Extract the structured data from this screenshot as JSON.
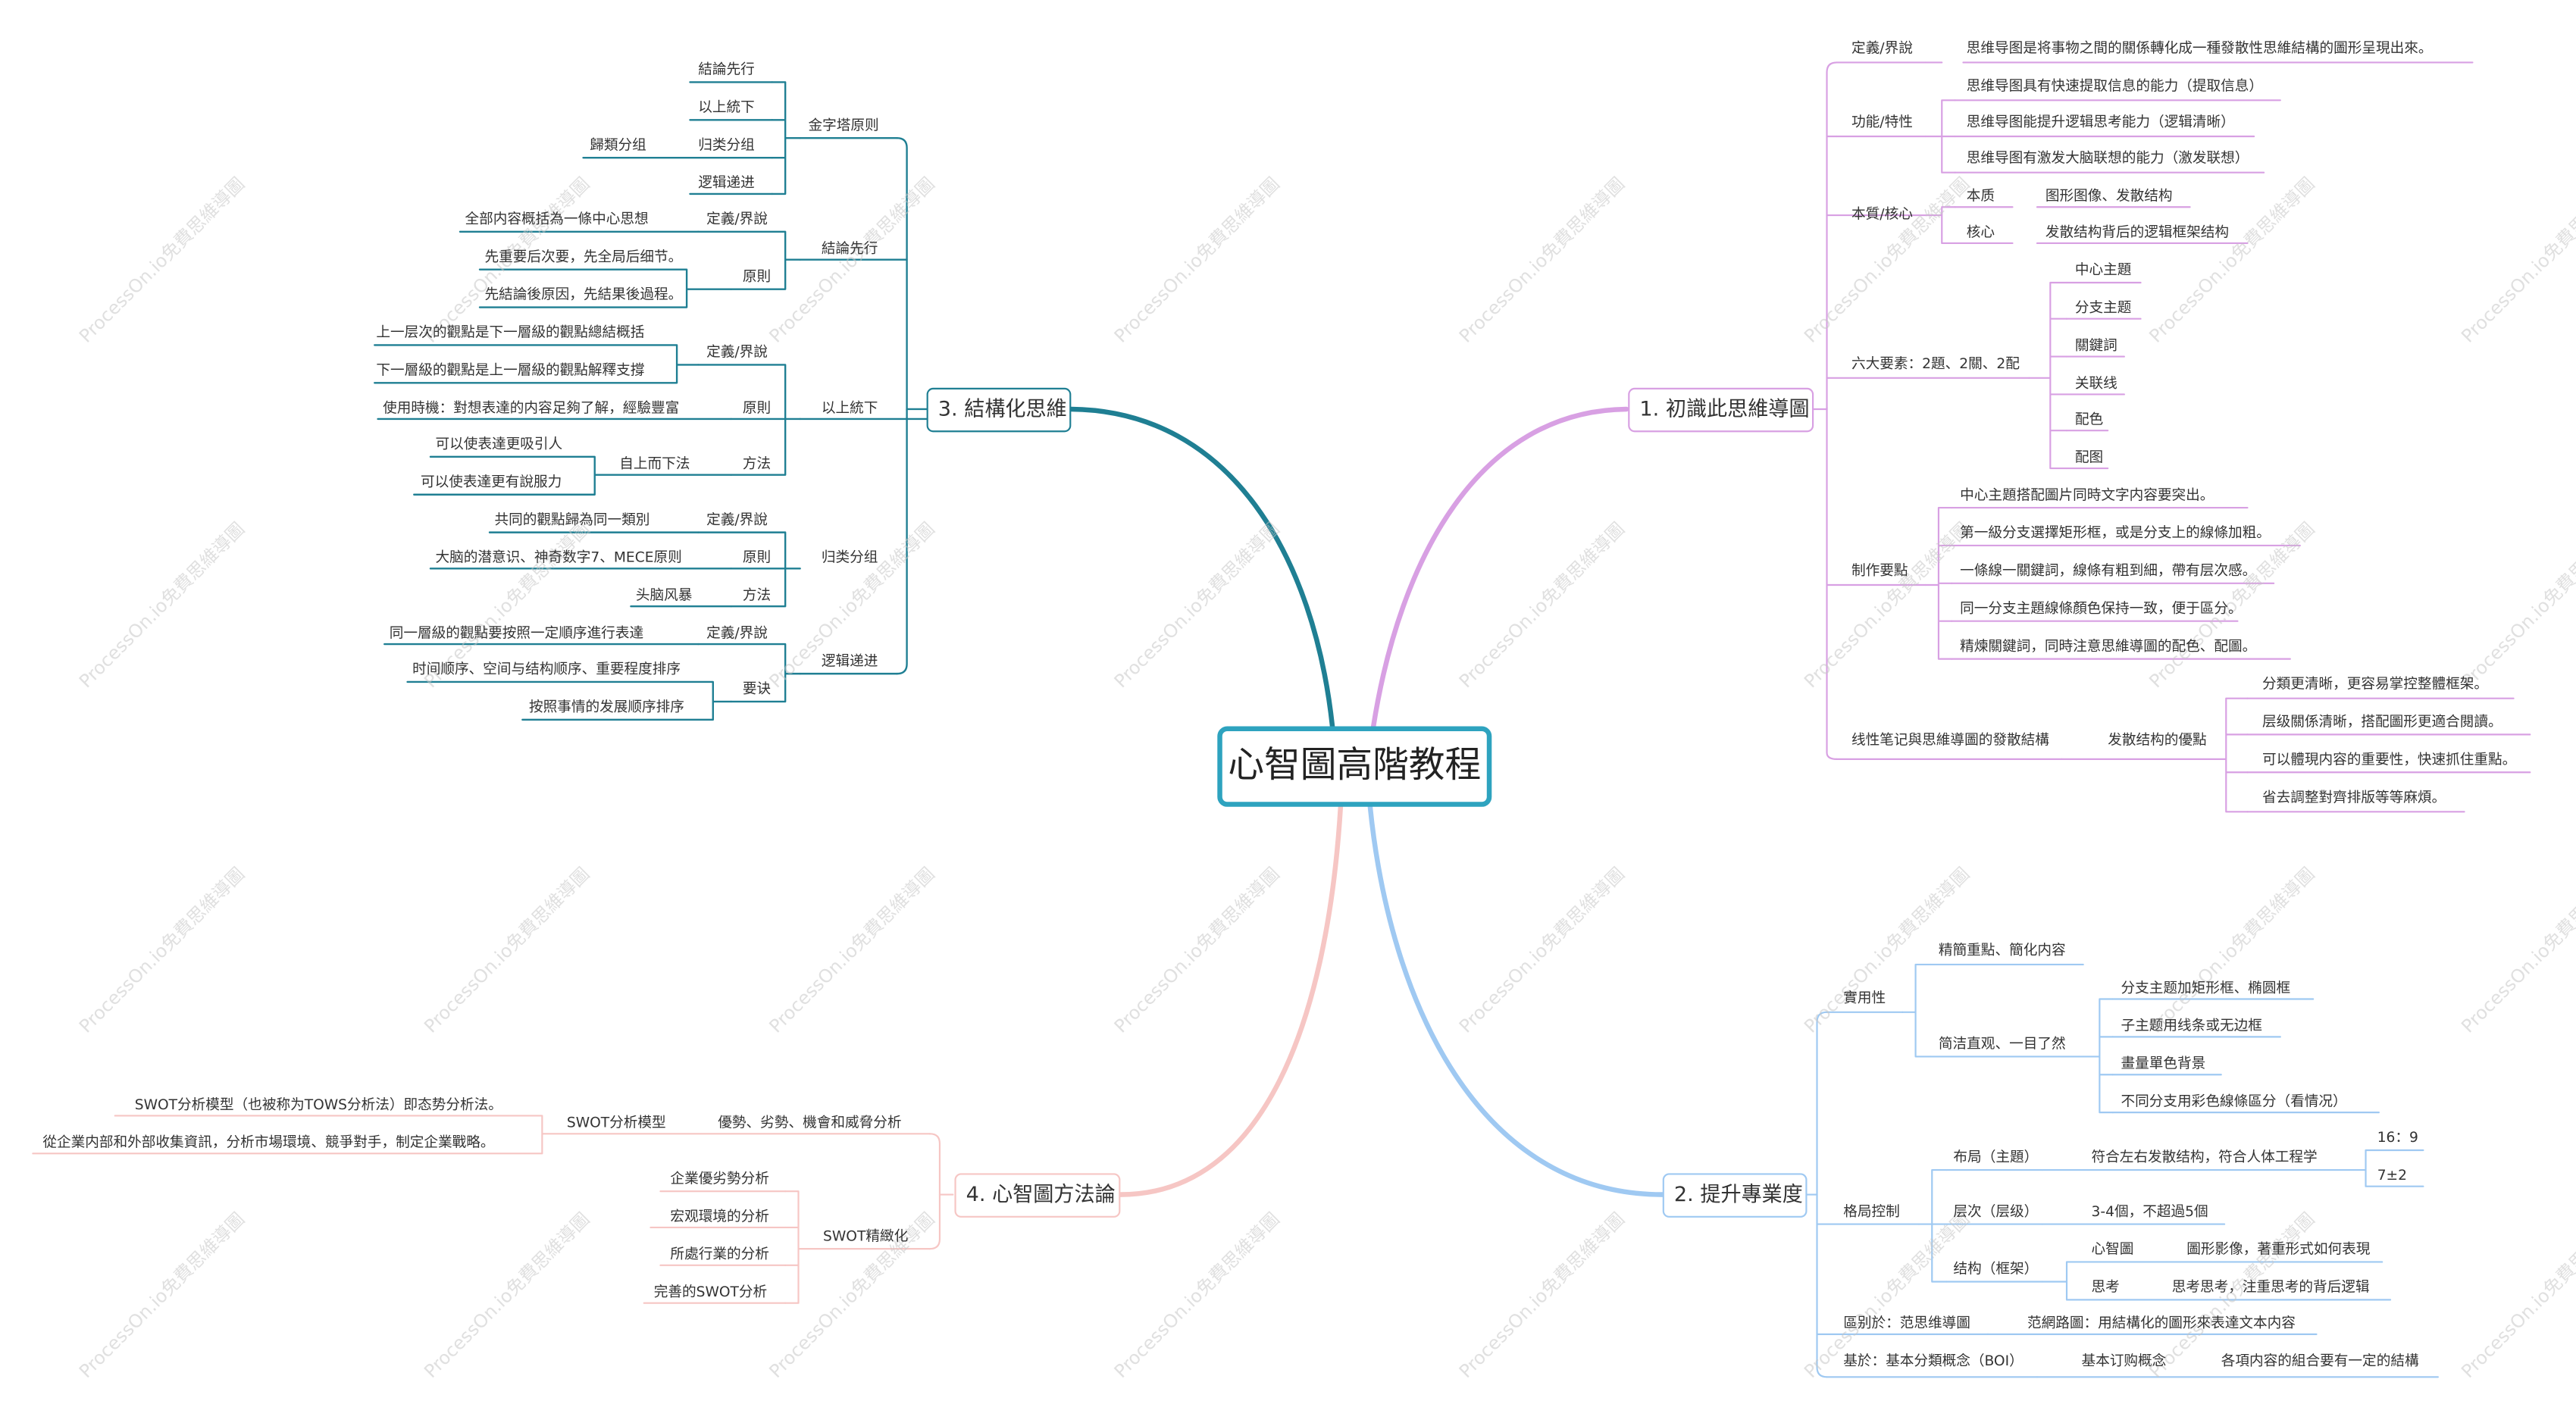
{
  "colors": {
    "b1": "#d8a0e3",
    "b2": "#9fc9f2",
    "b3": "#1f7f93",
    "b4": "#f6c6c4",
    "root": "#2ea3bf"
  },
  "watermark": "ProcessOn.io免費思維導圖",
  "root": "心智圖高階教程",
  "b1": {
    "title": "1. 初識此思維導圖",
    "def": {
      "label": "定義/界說",
      "text": "思维导图是将事物之間的關係轉化成一種發散性思維結構的圖形呈現出來。"
    },
    "func": {
      "label": "功能/特性",
      "items": [
        "思维导图具有快速提取信息的能力（提取信息）",
        "思维导图能提升逻辑思考能力（逻辑清晰）",
        "思维导图有激发大脑联想的能力（激发联想）"
      ]
    },
    "essence": {
      "label": "本質/核心",
      "rows": [
        [
          "本质",
          "图形图像、发散结构"
        ],
        [
          "核心",
          "发散结构背后的逻辑框架结构"
        ]
      ]
    },
    "six": {
      "label": "六大要素：2題、2關、2配",
      "items": [
        "中心主題",
        "分支主题",
        "關鍵詞",
        "关联线",
        "配色",
        "配图"
      ]
    },
    "make": {
      "label": "制作要點",
      "items": [
        "中心主題搭配圖片同時文字内容要突出。",
        "第一級分支選擇矩形框，或是分支上的線條加粗。",
        "一條線一關鍵詞，線條有粗到細，帶有层次感。",
        "同一分支主題線條顏色保持一致，便于區分。",
        "精煉關鍵詞，同時注意思維導圖的配色、配圖。"
      ]
    },
    "compare": {
      "label": "线性笔记與思維導圖的發散結構",
      "sub": "发散结构的優點",
      "items": [
        "分類更清晰，更容易掌控整體框架。",
        "层级關係清晰，搭配圖形更適合閱讀。",
        "可以體現内容的重要性，快速抓住重點。",
        "省去調整對齊排版等等麻煩。"
      ]
    }
  },
  "b2": {
    "title": "2. 提升專業度",
    "practical": {
      "label": "實用性",
      "a": "精簡重點、簡化内容",
      "b": "简洁直观、一目了然",
      "items": [
        "分支主题加矩形框、椭圆框",
        "子主题用线条或无边框",
        "畫量單色背景",
        "不同分支用彩色線條區分（看情况）"
      ]
    },
    "layout": {
      "label": "格局控制",
      "lay": "布局（主題）",
      "layDesc": "符合左右发散结构，符合人体工程学",
      "ratios": [
        "16：9",
        "7±2"
      ],
      "level": "层次（层级）",
      "levelDesc": "3-4個，不超過5個",
      "struct": "结构（框架）",
      "mm": "心智圖",
      "mmDesc": "圖形影像，著重形式如何表現",
      "think": "思考",
      "thinkDesc": "思考思考，注重思考的背后逻辑"
    },
    "diff": {
      "label": "區别於：范思维導圖",
      "desc": "范網路圖：用結構化的圖形來表達文本内容"
    },
    "base": {
      "label": "基於：基本分類概念（BOI）",
      "mid": "基本订购概念",
      "desc": "各項内容的組合要有一定的結構"
    }
  },
  "b3": {
    "title": "3. 結構化思維",
    "pyramid": {
      "label": "金字塔原则",
      "items": [
        "結論先行",
        "以上統下",
        "归类分组",
        "逻辑递进"
      ],
      "extra": "歸類分组"
    },
    "conclusion": {
      "label": "結論先行",
      "def": "定義/界說",
      "defText": "全部内容概括為一條中心思想",
      "rule": "原則",
      "rules": [
        "先重要后次要，先全局后细节。",
        "先結論後原因，先結果後過程。"
      ]
    },
    "topdown": {
      "label": "以上統下",
      "def": "定義/界說",
      "defs": [
        "上一层次的觀點是下一層級的觀點總結概括",
        "下一層級的觀點是上一層級的觀點解釋支撐"
      ],
      "rule": "原則",
      "ruleText": "使用時機：對想表達的内容足夠了解，經驗豐富",
      "method": "方法",
      "methodSub": "自上而下法",
      "methodItems": [
        "可以使表達更吸引人",
        "可以使表達更有說服力"
      ]
    },
    "group": {
      "label": "归类分组",
      "def": "定義/界說",
      "defText": "共同的觀點歸為同一類別",
      "rule": "原則",
      "ruleText": "大脑的潜意识、神奇数字7、MECE原则",
      "method": "方法",
      "methodText": "头脑风暴"
    },
    "logic": {
      "label": "逻辑递进",
      "def": "定義/界說",
      "defText": "同一層級的觀點要按照一定順序進行表達",
      "key": "要诀",
      "keys": [
        "时间顺序、空间与结构顺序、重要程度排序",
        "按照事情的发展顺序排序"
      ]
    }
  },
  "b4": {
    "title": "4. 心智圖方法論",
    "swot": {
      "label": "優勢、劣勢、機會和威脅分析",
      "model": "SWOT分析模型",
      "lines": [
        "SWOT分析模型（也被称为TOWS分析法）即态势分析法。",
        "從企業内部和外部收集資訊，分析市場環境、競爭對手，制定企業戰略。"
      ]
    },
    "refine": {
      "label": "SWOT精緻化",
      "items": [
        "企業優劣勢分析",
        "宏观環境的分析",
        "所處行業的分析",
        "完善的SWOT分析"
      ]
    }
  }
}
